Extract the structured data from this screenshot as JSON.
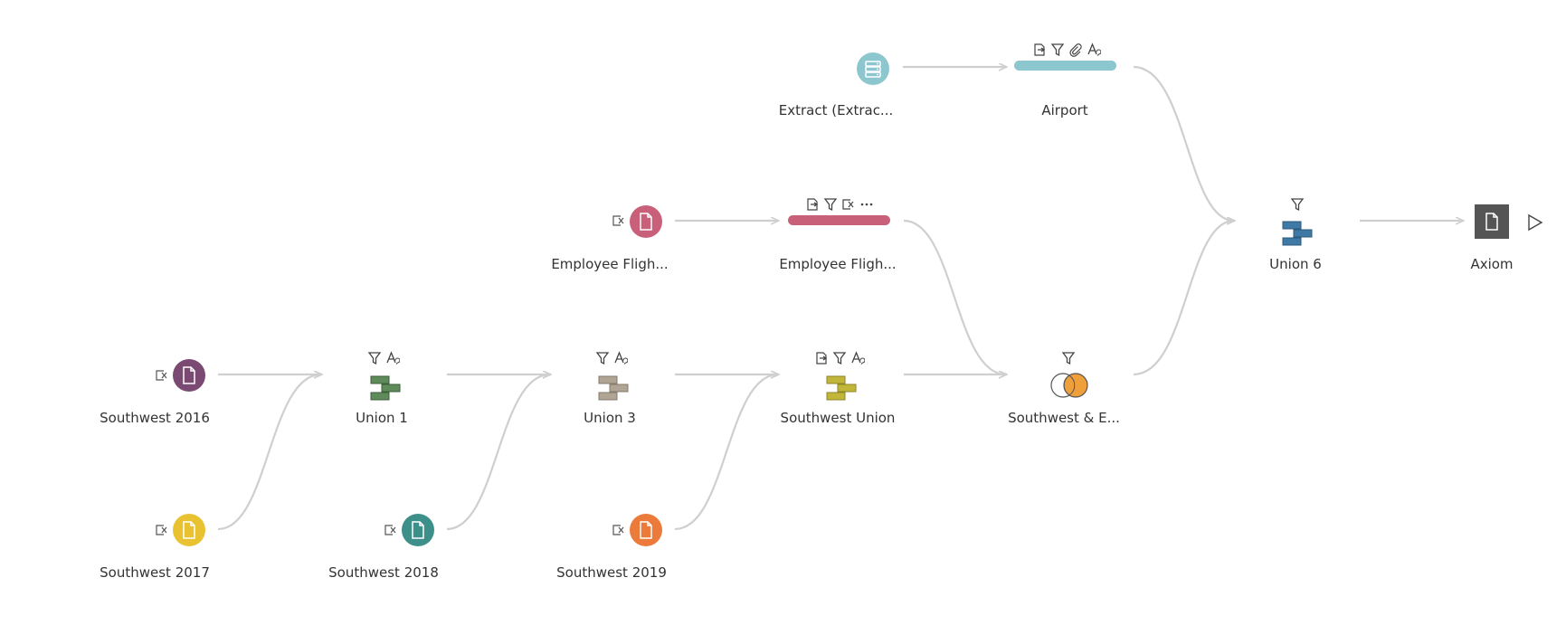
{
  "canvas": {
    "edge_color": "#cfcfcf",
    "label_color": "#333333"
  },
  "nodes": {
    "extract": {
      "label": "Extract (Extrac...",
      "type": "input-extract",
      "color": "#8cc6cf"
    },
    "airport": {
      "label": "Airport",
      "type": "clean-step",
      "color": "#8cc6cf",
      "icons": [
        "rename-fields-icon",
        "filter-icon",
        "paperclip-icon",
        "calculation-icon"
      ]
    },
    "employee_input": {
      "label": "Employee Fligh...",
      "type": "input-file",
      "color": "#c9607a"
    },
    "employee_clean": {
      "label": "Employee Fligh...",
      "type": "clean-step",
      "color": "#c9607a",
      "icons": [
        "rename-fields-icon",
        "filter-icon",
        "removed-field-icon",
        "more-icon"
      ]
    },
    "union6": {
      "label": "Union 6",
      "type": "union",
      "color": "#3f7aa6",
      "icons": [
        "filter-icon"
      ]
    },
    "axiom": {
      "label": "Axiom",
      "type": "output",
      "color": "#555555"
    },
    "sw2016": {
      "label": "Southwest 2016",
      "type": "input-file",
      "color": "#7b4a73"
    },
    "union1": {
      "label": "Union 1",
      "type": "union",
      "color": "#5f8a5a",
      "icons": [
        "filter-icon",
        "calculation-icon"
      ]
    },
    "union3": {
      "label": "Union 3",
      "type": "union",
      "color": "#b0a594",
      "icons": [
        "filter-icon",
        "calculation-icon"
      ]
    },
    "sw_union": {
      "label": "Southwest Union",
      "type": "union",
      "color": "#c2b63a",
      "icons": [
        "rename-fields-icon",
        "filter-icon",
        "calculation-icon"
      ]
    },
    "sw_join": {
      "label": "Southwest & E...",
      "type": "join",
      "color": "#f0a03b",
      "icons": [
        "filter-icon"
      ]
    },
    "sw2017": {
      "label": "Southwest 2017",
      "type": "input-file",
      "color": "#e9c232"
    },
    "sw2018": {
      "label": "Southwest 2018",
      "type": "input-file",
      "color": "#3d8f8a"
    },
    "sw2019": {
      "label": "Southwest 2019",
      "type": "input-file",
      "color": "#ec7a3a"
    }
  }
}
